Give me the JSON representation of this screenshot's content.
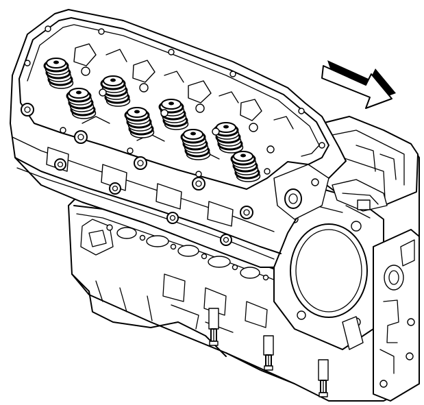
{
  "figure": {
    "colors": {
      "ink": "#000000",
      "paper": "#ffffff",
      "arrow_shadow": "#000000"
    },
    "components": [
      "cylinder-head",
      "valve-springs",
      "head-bolts",
      "engine-block",
      "cylinder-bore",
      "direction-arrow",
      "exhaust-studs",
      "bellhousing-flange"
    ]
  }
}
